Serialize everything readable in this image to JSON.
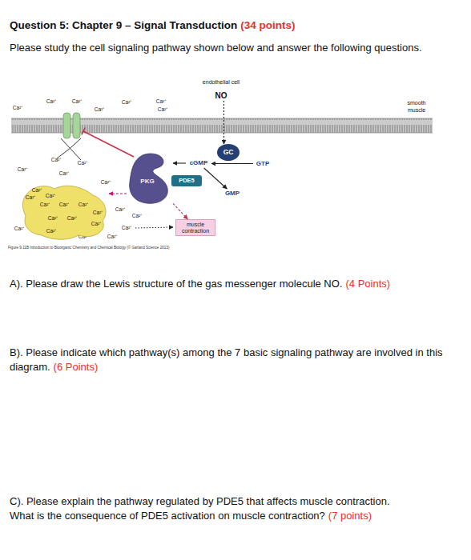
{
  "diagram": {
    "title": "Question 5: Chapter 9 – Signal Transduction",
    "caption": "Figure 9.11B Introduction to Bioorganic Chemistry and Chemical Biology (© Garland Science 2013)",
    "nodes": [
      {
        "text": [
          "NO"
        ]
      },
      {
        "text": [
          "GC"
        ]
      },
      {
        "text": [
          "GTP"
        ]
      },
      {
        "text": [
          "cGMP"
        ]
      },
      {
        "text": [
          "PKG"
        ]
      },
      {
        "text": [
          "PDE5"
        ]
      },
      {
        "text": [
          "GMP"
        ]
      },
      {
        "text": [
          "Ca²⁺",
          "Ca²⁺",
          "Ca²⁺",
          "Ca²⁺",
          "Ca²⁺",
          "Ca²⁺",
          "Ca²⁺",
          "Ca²⁺",
          "Ca²⁺",
          "Ca²⁺",
          "Ca²⁺"
        ]
      },
      {
        "text": [
          "muscle contraction"
        ]
      }
    ],
    "edges": [
      {
        "from": 0,
        "to": 1,
        "arrow": "to"
      },
      {
        "from": 2,
        "to": 3,
        "arrow": "to"
      },
      {
        "from": 3,
        "to": 4,
        "arrow": "to"
      },
      {
        "from": 3,
        "to": 6,
        "arrow": "to"
      },
      {
        "from": 4,
        "to": 7,
        "arrow": "to"
      },
      {
        "from": 4,
        "to": 8,
        "arrow": "to"
      }
    ],
    "labels": [
      "(34 points)",
      "Please study the cell signaling pathway shown below and answer the following questions.",
      "endothelial cell",
      "smooth muscle",
      "Ca²⁺",
      "Ca²⁺",
      "Ca²⁺",
      "Ca²⁺",
      "Ca²⁺",
      "Ca²⁺",
      "Ca²⁺",
      "Ca²⁺",
      "Ca²⁺",
      "Ca²⁺",
      "Ca²⁺",
      "Ca²⁺",
      "Ca²⁺",
      "Ca²⁺",
      "Ca²⁺",
      "Ca²⁺",
      "Ca²⁺",
      "Ca²⁺",
      "A). Please draw the Lewis structure of the gas messenger molecule NO.",
      "(4 Points)",
      "B). Please indicate which pathway(s) among the 7 basic signaling pathway are involved in this diagram.",
      "(6 Points)",
      "C). Please explain the pathway regulated by PDE5 that affects muscle contraction.",
      "What is the consequence of PDE5 activation on muscle contraction?",
      "(7 points)"
    ]
  }
}
